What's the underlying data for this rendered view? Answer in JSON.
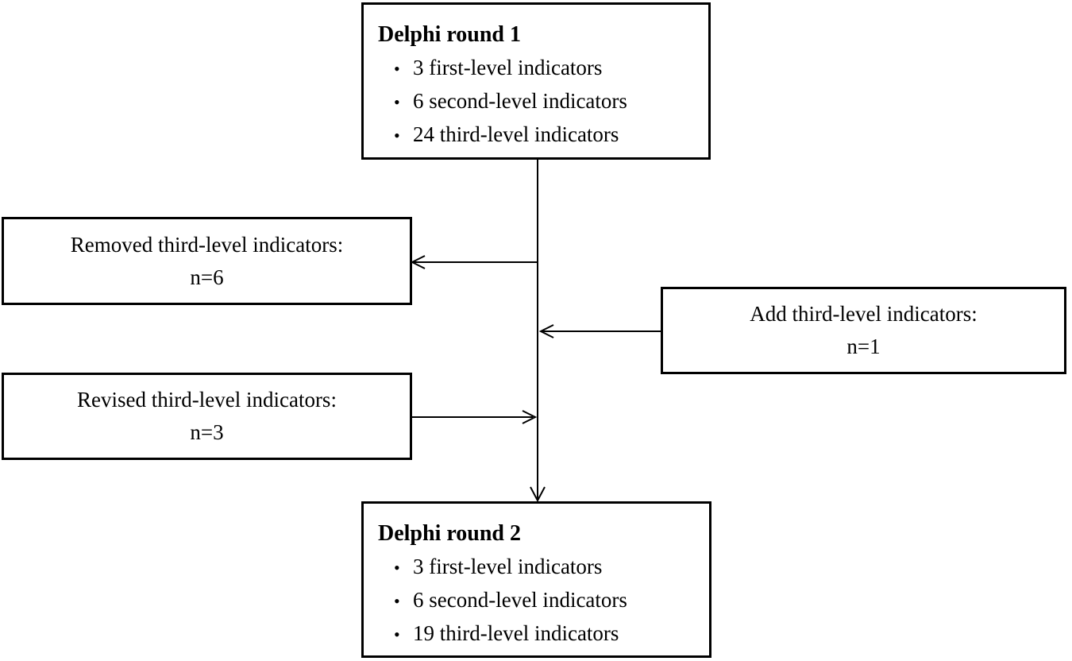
{
  "diagram": {
    "bullet_char": "•",
    "colors": {
      "border": "#000000",
      "background": "#ffffff",
      "text": "#000000"
    },
    "boxes": {
      "round1": {
        "title": "Delphi round 1",
        "items": [
          "3 first-level indicators",
          "6 second-level indicators",
          "24 third-level indicators"
        ]
      },
      "removed": {
        "line1": "Removed third-level indicators:",
        "line2": "n=6"
      },
      "add": {
        "line1": "Add third-level indicators:",
        "line2": "n=1"
      },
      "revised": {
        "line1": "Revised third-level indicators:",
        "line2": "n=3"
      },
      "round2": {
        "title": "Delphi round 2",
        "items": [
          "3 first-level indicators",
          "6 second-level indicators",
          "19 third-level indicators"
        ]
      }
    }
  }
}
